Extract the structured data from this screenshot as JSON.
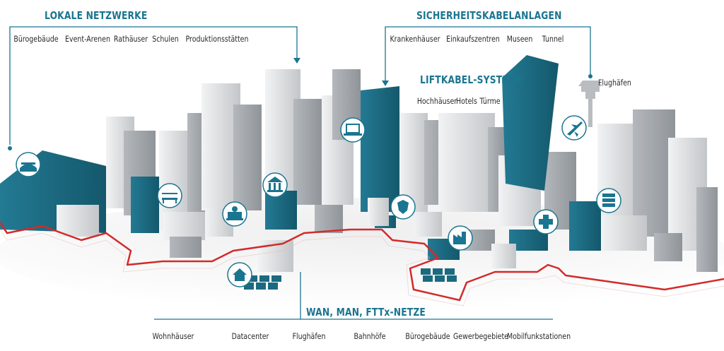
{
  "sections": {
    "lokale": {
      "title": "LOKALE NETZWERKE",
      "items": [
        "Bürogebäude",
        "Event-Arenen",
        "Rathäuser",
        "Schulen",
        "Produktionsstätten"
      ]
    },
    "sicherheit": {
      "title": "SICHERHEITSKABELANLAGEN",
      "items": [
        "Krankenhäuser",
        "Einkaufszentren",
        "Museen",
        "Tunnel"
      ],
      "extra": "Flughäfen"
    },
    "lift": {
      "title": "LIFTKABEL-SYSTEME",
      "items": [
        "Hochhäuser",
        "Hotels",
        "Türme"
      ]
    },
    "wan": {
      "title": "WAN, MAN, FTTx-NETZE",
      "items": [
        "Wohnhäuser",
        "Datacenter",
        "Flughäfen",
        "Bahnhöfe",
        "Bürogebäude",
        "Gewerbegebiete",
        "Mobilfunkstationen"
      ]
    }
  },
  "icons": [
    "stadium-icon",
    "bench-icon",
    "city-hall-icon",
    "townhall-icon",
    "laptop-icon",
    "police-badge-icon",
    "airplane-icon",
    "server-icon",
    "hospital-cross-icon",
    "factory-icon",
    "house-icon",
    "airport-tower-icon"
  ],
  "colors": {
    "accent": "#1a7590",
    "teal_building": "#1b6a80",
    "cable": "#d32a2a",
    "building_grey": "#cfd1d3",
    "text": "#2a2a2a"
  }
}
